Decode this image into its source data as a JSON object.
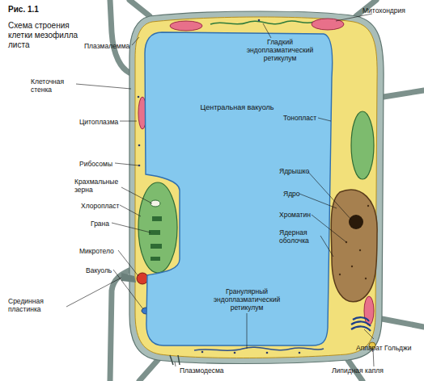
{
  "diagram": {
    "title": "Рис. 1.1",
    "caption": "Схема строения клетки мезофилла листа",
    "nodes": [
      {
        "text": [
          "Центральная вакуоль"
        ]
      }
    ],
    "labels": [
      "Плазмалемма",
      "Клеточная стенка",
      "Цитоплазма",
      "Рибосомы",
      "Крахмальные зерна",
      "Хлоропласт",
      "Грана",
      "Микротело",
      "Вакуоль",
      "Срединная пластинка",
      "Плазмодесма",
      "Митохондрия",
      "Гладкий эндоплазматический ретикулум",
      "Тонопласт",
      "Ядрышко",
      "Ядро",
      "Хроматин",
      "Ядерная оболочка",
      "Гранулярный эндоплазматический ретикулум",
      "Аппарат Гольджи",
      "Липидная капля"
    ]
  }
}
